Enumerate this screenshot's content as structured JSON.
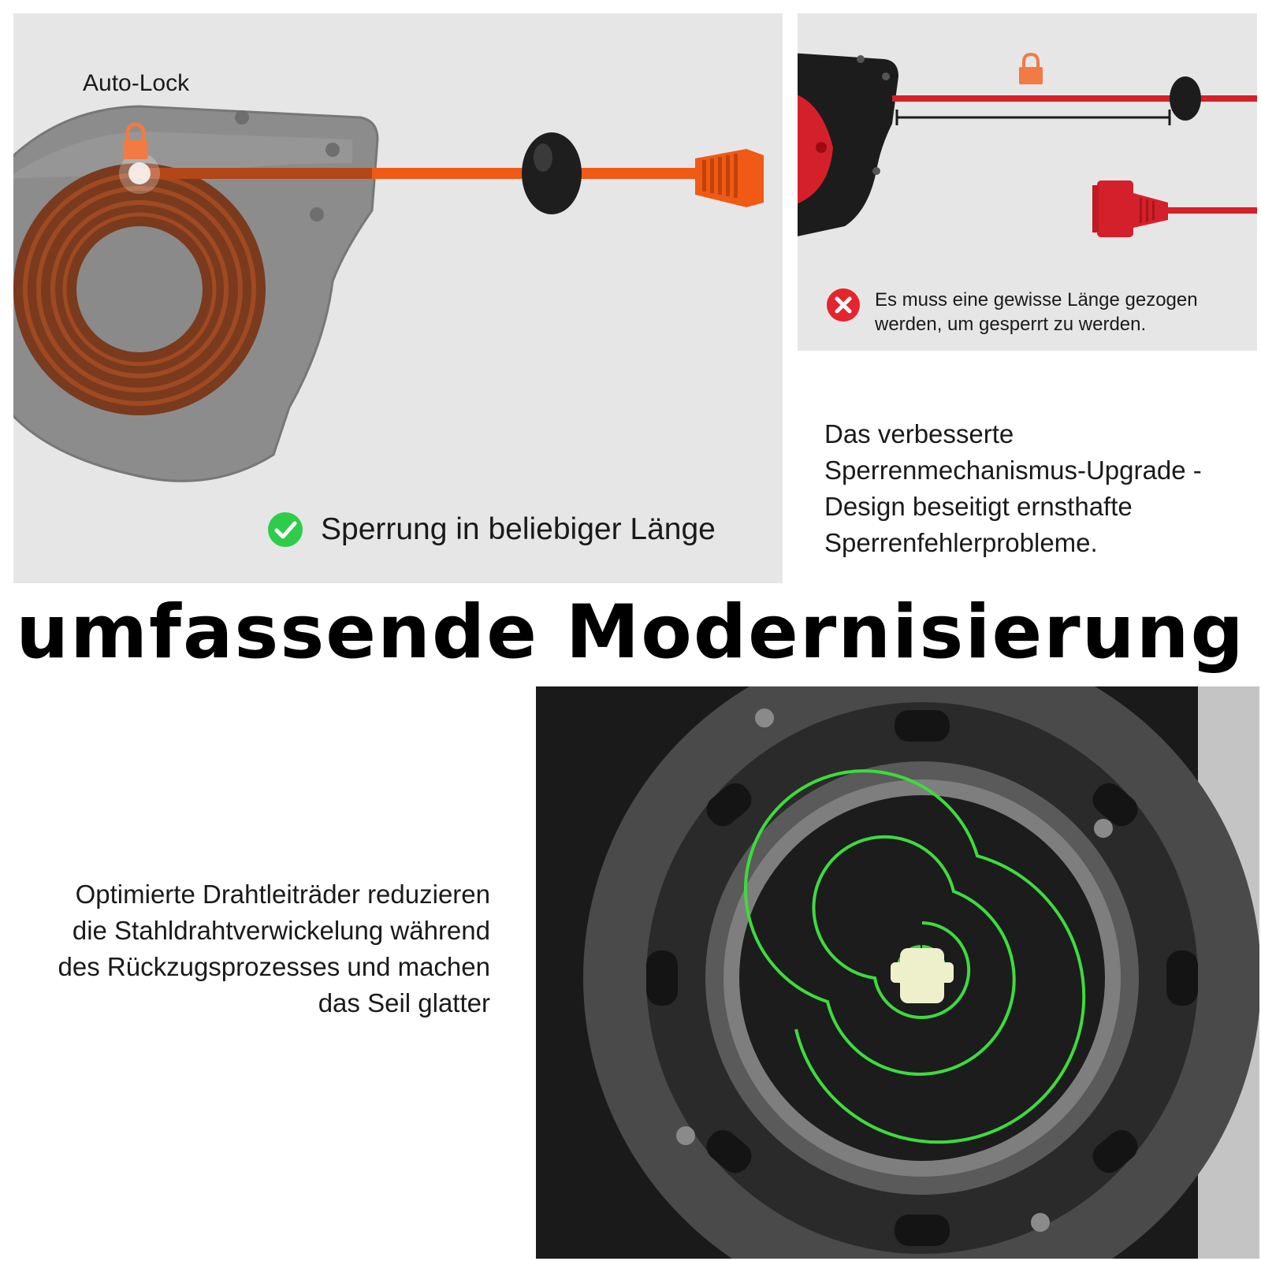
{
  "autolock": {
    "label": "Auto-Lock",
    "check_text": "Sperrung in beliebiger Länge"
  },
  "comparison": {
    "warning_text": "Es muss eine gewisse Länge gezogen werden, um gesperrt zu werden."
  },
  "upgrade": {
    "text": "Das verbesserte Sperrenmechanismus-Upgrade -Design beseitigt ernsthafte Sperrenfehlerprobleme."
  },
  "heading": {
    "text": "umfassende Modernisierung"
  },
  "wire": {
    "text": "Optimierte Drahtleiträder reduzieren die Stahldrahtverwickelung während des Rückzugsprozesses und machen das Seil glatter"
  },
  "colors": {
    "panel_bg": "#e6e6e6",
    "orange_cable": "#f05a14",
    "red_cable": "#d4202a",
    "check_green": "#2ecc4a",
    "cross_red": "#e5242c",
    "lock_orange": "#f27a44",
    "spring_green": "#3ddb3d"
  },
  "icons": {
    "check": "check-circle-icon",
    "cross": "cross-circle-icon",
    "lock": "lock-icon"
  }
}
